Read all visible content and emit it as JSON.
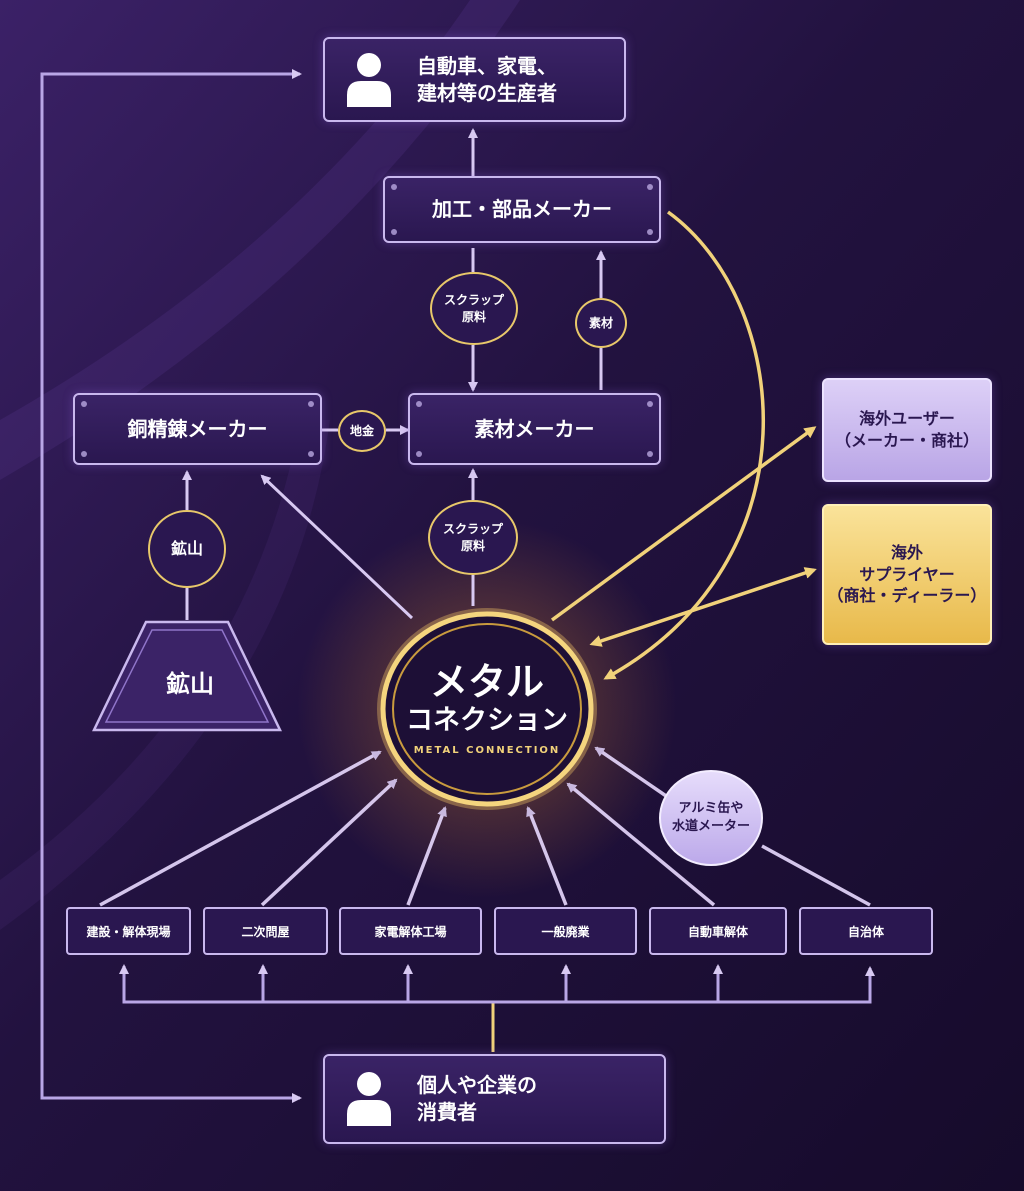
{
  "producer_top": {
    "label": "自動車、家電、\n建材等の生産者"
  },
  "processing_maker": {
    "label": "加工・部品メーカー"
  },
  "copper_smelter": {
    "label": "銅精錬メーカー"
  },
  "material_maker": {
    "label": "素材メーカー"
  },
  "overseas_user": {
    "label": "海外ユーザー\n（メーカー・商社）"
  },
  "overseas_supplier": {
    "label": "海外\nサプライヤー\n（商社・ディーラー）"
  },
  "center": {
    "title": "メタル",
    "subtitle": "コネクション",
    "english": "METAL CONNECTION"
  },
  "mine": {
    "label": "鉱山"
  },
  "circles": {
    "scrap_top": "スクラップ\n原料",
    "materials": "素材",
    "ground_metal": "地金",
    "mine_circle": "鉱山",
    "scrap_mid": "スクラップ\n原料",
    "aluminum": "アルミ缶や\n水道メーター"
  },
  "sources": [
    {
      "label": "建設・解体現場"
    },
    {
      "label": "二次問屋"
    },
    {
      "label": "家電解体工場"
    },
    {
      "label": "一般廃業"
    },
    {
      "label": "自動車解体"
    },
    {
      "label": "自治体"
    }
  ],
  "consumer": {
    "label": "個人や企業の\n消費者"
  },
  "colors": {
    "background": "#1c0f35",
    "box": "#2a1750",
    "border": "#c9b8ee",
    "gold": "#f1d27a",
    "overseas_user_fill": "#cdbdf0",
    "overseas_supplier_fill": "#f4d271",
    "arrow_light": "#d8c9f2"
  }
}
